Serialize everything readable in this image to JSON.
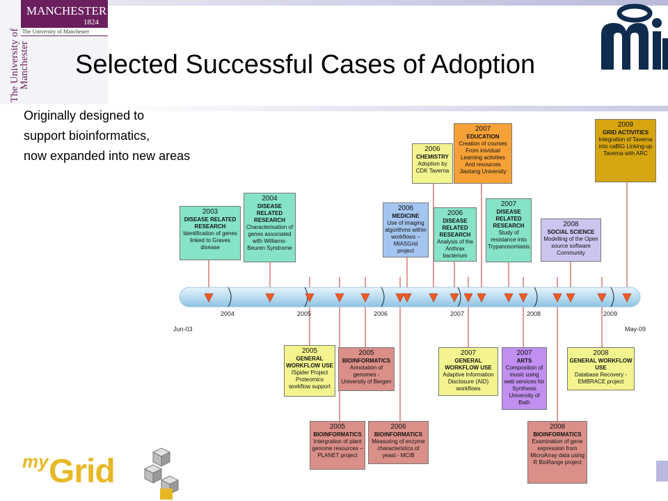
{
  "title": "Selected Successful Cases of Adoption",
  "subtitle_lines": [
    "Originally designed to",
    "support bioinformatics,",
    "now expanded into new areas"
  ],
  "logos": {
    "uni_name": "MANCHESTER",
    "uni_year": "1824",
    "uni_sub": "The University of Manchester",
    "uni_vertical": "The University of Manchester",
    "mygrid_my": "my",
    "mygrid_grid": "Grid"
  },
  "timeline": {
    "start_label": "Jun-03",
    "end_label": "May-09",
    "years": [
      "2004",
      "2005",
      "2006",
      "2007",
      "2008",
      "2009"
    ]
  },
  "events_above": [
    {
      "year": "2003",
      "heading": "DISEASE RELATED RESEARCH",
      "body": "Identification of genes linked to Graves disease",
      "color": "green"
    },
    {
      "year": "2004",
      "heading": "DISEASE RELATED RESEARCH",
      "body": "Characterisation of genes associated with Williams-Beuren Syndrome",
      "color": "green"
    },
    {
      "year": "2006",
      "heading": "MEDICINE",
      "body": "Use of imaging algorithms within workflows – MIASGrid project",
      "color": "blue"
    },
    {
      "year": "2006",
      "heading": "CHEMISTRY",
      "body": "Adoption by CDK Taverna",
      "color": "yellow"
    },
    {
      "year": "2006",
      "heading": "DISEASE RELATED RESEARCH",
      "body": "Analysis of the Anthrax bacterium",
      "color": "green"
    },
    {
      "year": "2007",
      "heading": "EDUCATION",
      "body": "Creation of courses From inividual Learning activities And resources Jiaotang University",
      "color": "orange"
    },
    {
      "year": "2007",
      "heading": "DISEASE RELATED RESEARCH",
      "body": "Study of resistance into Trypanosomiasis",
      "color": "green"
    },
    {
      "year": "2008",
      "heading": "SOCIAL SCIENCE",
      "body": "Modelling of the Open source software Community",
      "color": "lavender"
    },
    {
      "year": "2009",
      "heading": "GRID ACTIVITIES",
      "body": "Integration of Taverna into caBIG  Linking-up Taverna with ARC",
      "color": "gold"
    }
  ],
  "events_below": [
    {
      "year": "2005",
      "heading": "GENERAL WORKFLOW USE",
      "body": "ISpider Project Proteomics workflow support",
      "color": "yellow"
    },
    {
      "year": "2005",
      "heading": "BIOINFORMATICS",
      "body": "Annotation of genomes - University of Bergen",
      "color": "pink"
    },
    {
      "year": "2005",
      "heading": "BIOINFORMATICS",
      "body": "Intergration of plant genome resources – PLANET project",
      "color": "pink"
    },
    {
      "year": "2006",
      "heading": "BIOINFORMATICS",
      "body": "Measuring of enzyme characteristics of yeast - MCIB",
      "color": "pink"
    },
    {
      "year": "2007",
      "heading": "GENERAL WORKFLOW USE",
      "body": "Adaptive Information Disclosure (AID) workflows",
      "color": "yellow"
    },
    {
      "year": "2007",
      "heading": "ARTS",
      "body": "Composition of music using web services for Synthesis University of Bath",
      "color": "purple"
    },
    {
      "year": "2008",
      "heading": "GENERAL WORKFLOW USE",
      "body": "Database Recovery - EMBRACE project",
      "color": "yellow"
    },
    {
      "year": "2008",
      "heading": "BIOINFORMATICS",
      "body": "Examination of gene expression from MicroArray data using R BioRange project",
      "color": "pink"
    }
  ]
}
